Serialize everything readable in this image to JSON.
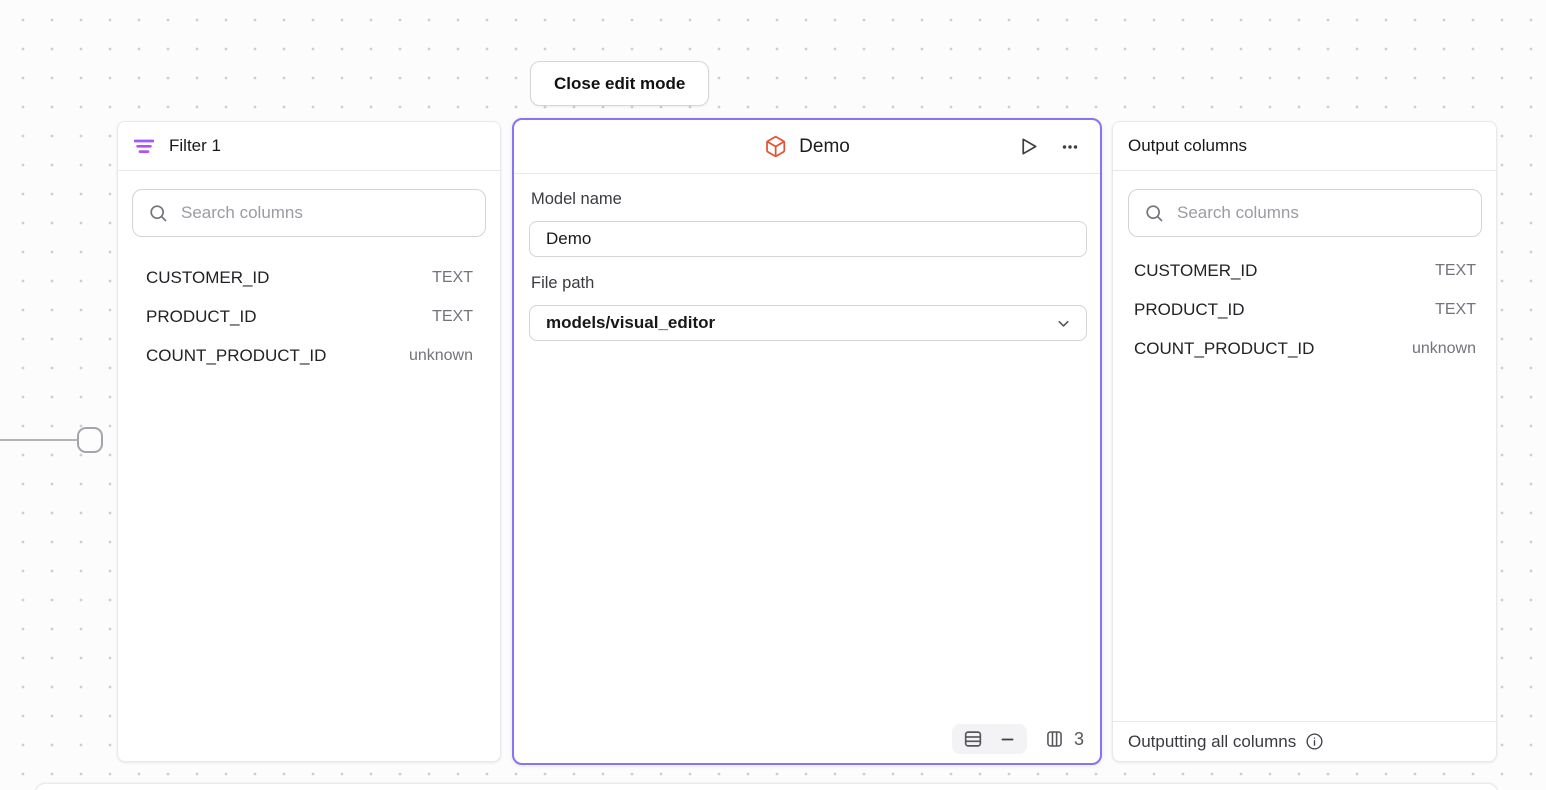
{
  "toolbar": {
    "close_edit_label": "Close edit mode"
  },
  "filter_panel": {
    "title": "Filter 1",
    "search_placeholder": "Search columns",
    "columns": [
      {
        "name": "CUSTOMER_ID",
        "type": "TEXT"
      },
      {
        "name": "PRODUCT_ID",
        "type": "TEXT"
      },
      {
        "name": "COUNT_PRODUCT_ID",
        "type": "unknown"
      }
    ]
  },
  "model_panel": {
    "title": "Demo",
    "model_name_label": "Model name",
    "model_name_value": "Demo",
    "file_path_label": "File path",
    "file_path_value": "models/visual_editor",
    "column_count": "3",
    "icons": [
      "cube-icon",
      "play-icon",
      "ellipsis-icon",
      "table-rows-icon",
      "dash-icon",
      "table-columns-icon"
    ]
  },
  "output_panel": {
    "title": "Output columns",
    "search_placeholder": "Search columns",
    "columns": [
      {
        "name": "CUSTOMER_ID",
        "type": "TEXT"
      },
      {
        "name": "PRODUCT_ID",
        "type": "TEXT"
      },
      {
        "name": "COUNT_PRODUCT_ID",
        "type": "unknown"
      }
    ],
    "footer_text": "Outputting all columns"
  },
  "colors": {
    "selected_node_border": "#8674F0",
    "filter_icon": "#A855F7",
    "model_node_icon": "#E8502F",
    "canvas_background": "#FCFCFC"
  }
}
